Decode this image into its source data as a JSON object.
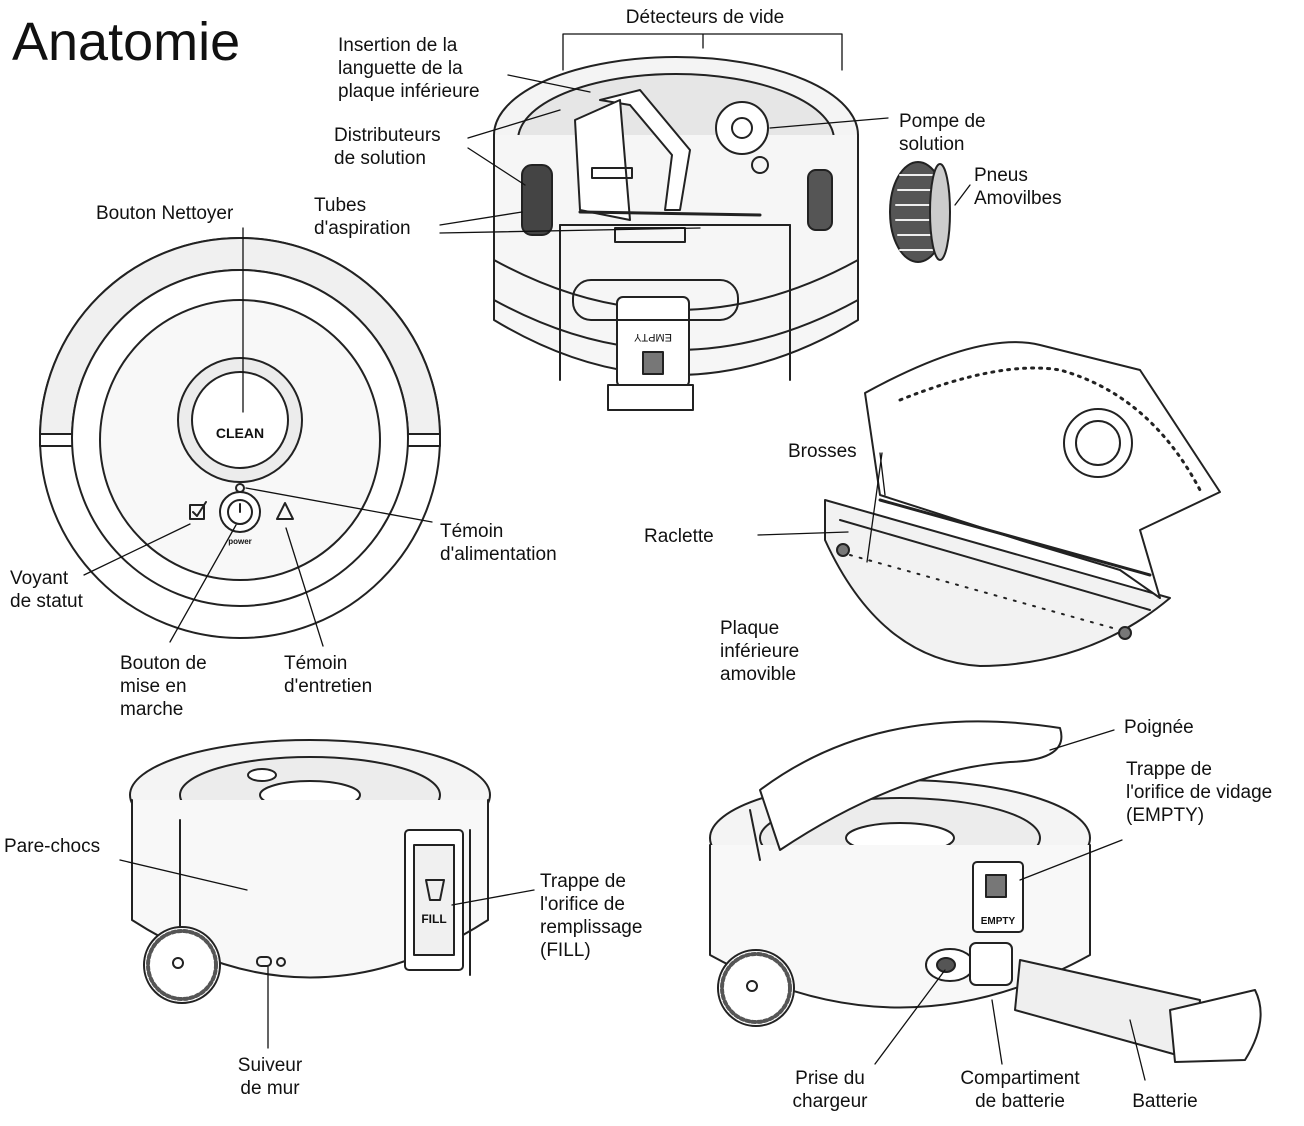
{
  "title": "Anatomie",
  "labels": {
    "detecteurs_de_vide": "Détecteurs de vide",
    "insertion_languette": "Insertion de la\nlanguette de la\nplaque inférieure",
    "distributeurs": "Distributeurs\nde solution",
    "tubes_aspiration": "Tubes\nd'aspiration",
    "pompe_solution": "Pompe de\nsolution",
    "pneus_amovibles": "Pneus\nAmovilbes",
    "bouton_nettoyer": "Bouton Nettoyer",
    "temoin_alimentation": "Témoin\nd'alimentation",
    "voyant_statut": "Voyant\nde statut",
    "bouton_marche": "Bouton de\nmise en\nmarche",
    "temoin_entretien": "Témoin\nd'entretien",
    "brosses": "Brosses",
    "raclette": "Raclette",
    "plaque_inferieure": "Plaque\ninférieure\namovible",
    "poignee": "Poignée",
    "trappe_vidage": "Trappe de\nl'orifice de vidage\n(EMPTY)",
    "pare_chocs": "Pare-chocs",
    "trappe_remplissage": "Trappe de\nl'orifice de\nremplissage\n(FILL)",
    "suiveur_mur": "Suiveur\nde mur",
    "prise_chargeur": "Prise du\nchargeur",
    "compartiment_batterie": "Compartiment\nde batterie",
    "batterie": "Batterie"
  },
  "device_text": {
    "clean": "CLEAN",
    "power": "power",
    "empty_flipped": "EMPTY",
    "fill": "FILL",
    "empty": "EMPTY"
  }
}
